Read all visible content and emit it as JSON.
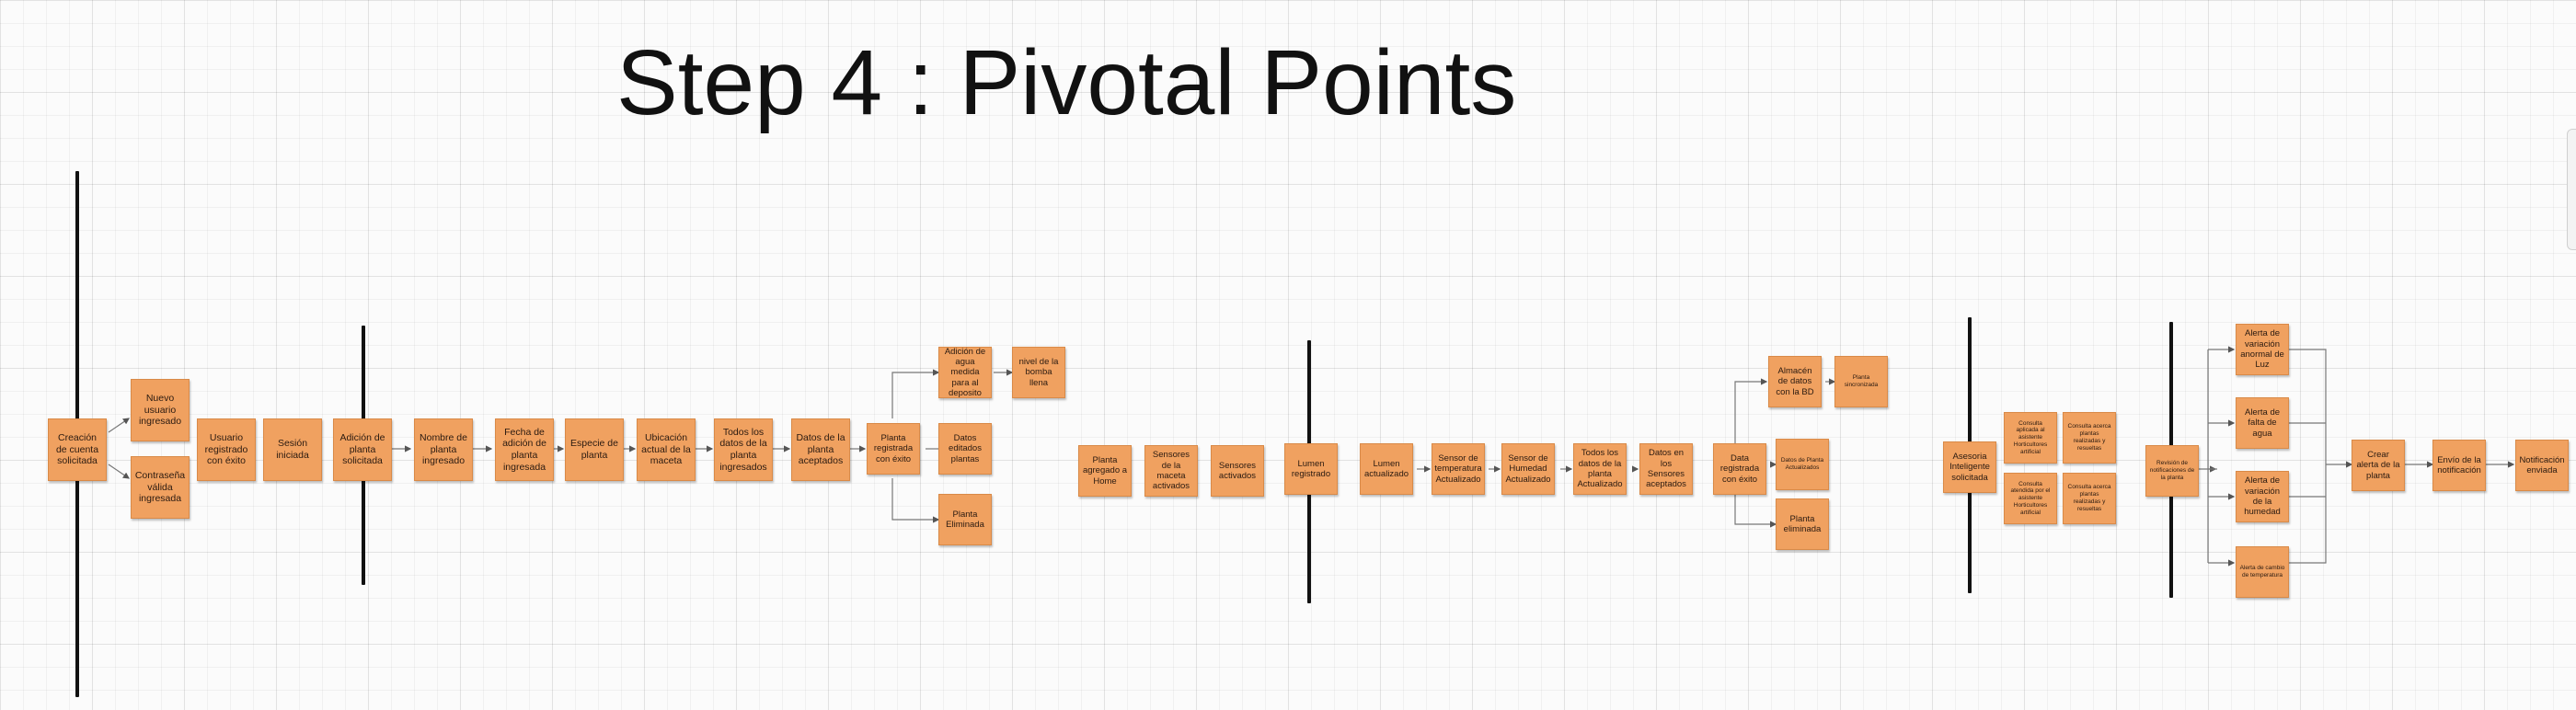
{
  "title": "Step 4 : Pivotal Points",
  "notes": {
    "n1": "Creación de cuenta solicitada",
    "n2": "Nuevo usuario ingresado",
    "n3": "Contraseña válida ingresada",
    "n4": "Usuario registrado con éxito",
    "n5": "Sesión iniciada",
    "n6": "Adición de planta solicitada",
    "n7": "Nombre de planta ingresado",
    "n8": "Fecha de adición de planta ingresada",
    "n9": "Especie de planta",
    "n10": "Ubicación actual de la maceta",
    "n11": "Todos los datos de la planta ingresados",
    "n12": "Datos de la planta aceptados",
    "n13": "Planta registrada con éxito",
    "n14": "Adición de agua medida para al deposito",
    "n15": "nivel de la bomba llena",
    "n16": "Datos editados plantas",
    "n17": "Planta Eliminada",
    "n18": "Planta agregado a Home",
    "n19": "Sensores de la maceta activados",
    "n20": "Sensores activados",
    "n21": "Lumen registrado",
    "n22": "Lumen actualizado",
    "n23": "Sensor de temperatura Actualizado",
    "n24": "Sensor de Humedad Actualizado",
    "n25": "Todos los datos de la planta Actualizado",
    "n26": "Datos en los Sensores aceptados",
    "n27": "Data registrada con éxito",
    "n28": "Almacén de datos con la BD",
    "n29": "Planta sincronizada",
    "n30": "Datos de Planta Actualizados",
    "n31": "Planta eliminada",
    "n32": "Asesoria Inteligente solicitada",
    "n33": "Consulta aplicada al asistente Horticultores artificial",
    "n34": "Consulta acerca plantas realizadas y resueltas",
    "n35": "Consulta atendida por el asistente Horticultores artificial",
    "n36": "Consulta acerca plantas realizadas y resueltas",
    "n37": "Revisión de notificaciones de la planta",
    "n38": "Alerta de variación anormal de Luz",
    "n39": "Alerta de falta de agua",
    "n40": "Alerta de variación de la humedad",
    "n41": "Alerta de cambio de temperatura",
    "n42": "Crear alerta de la planta",
    "n43": "Envío de la notificación",
    "n44": "Notificación enviada"
  }
}
